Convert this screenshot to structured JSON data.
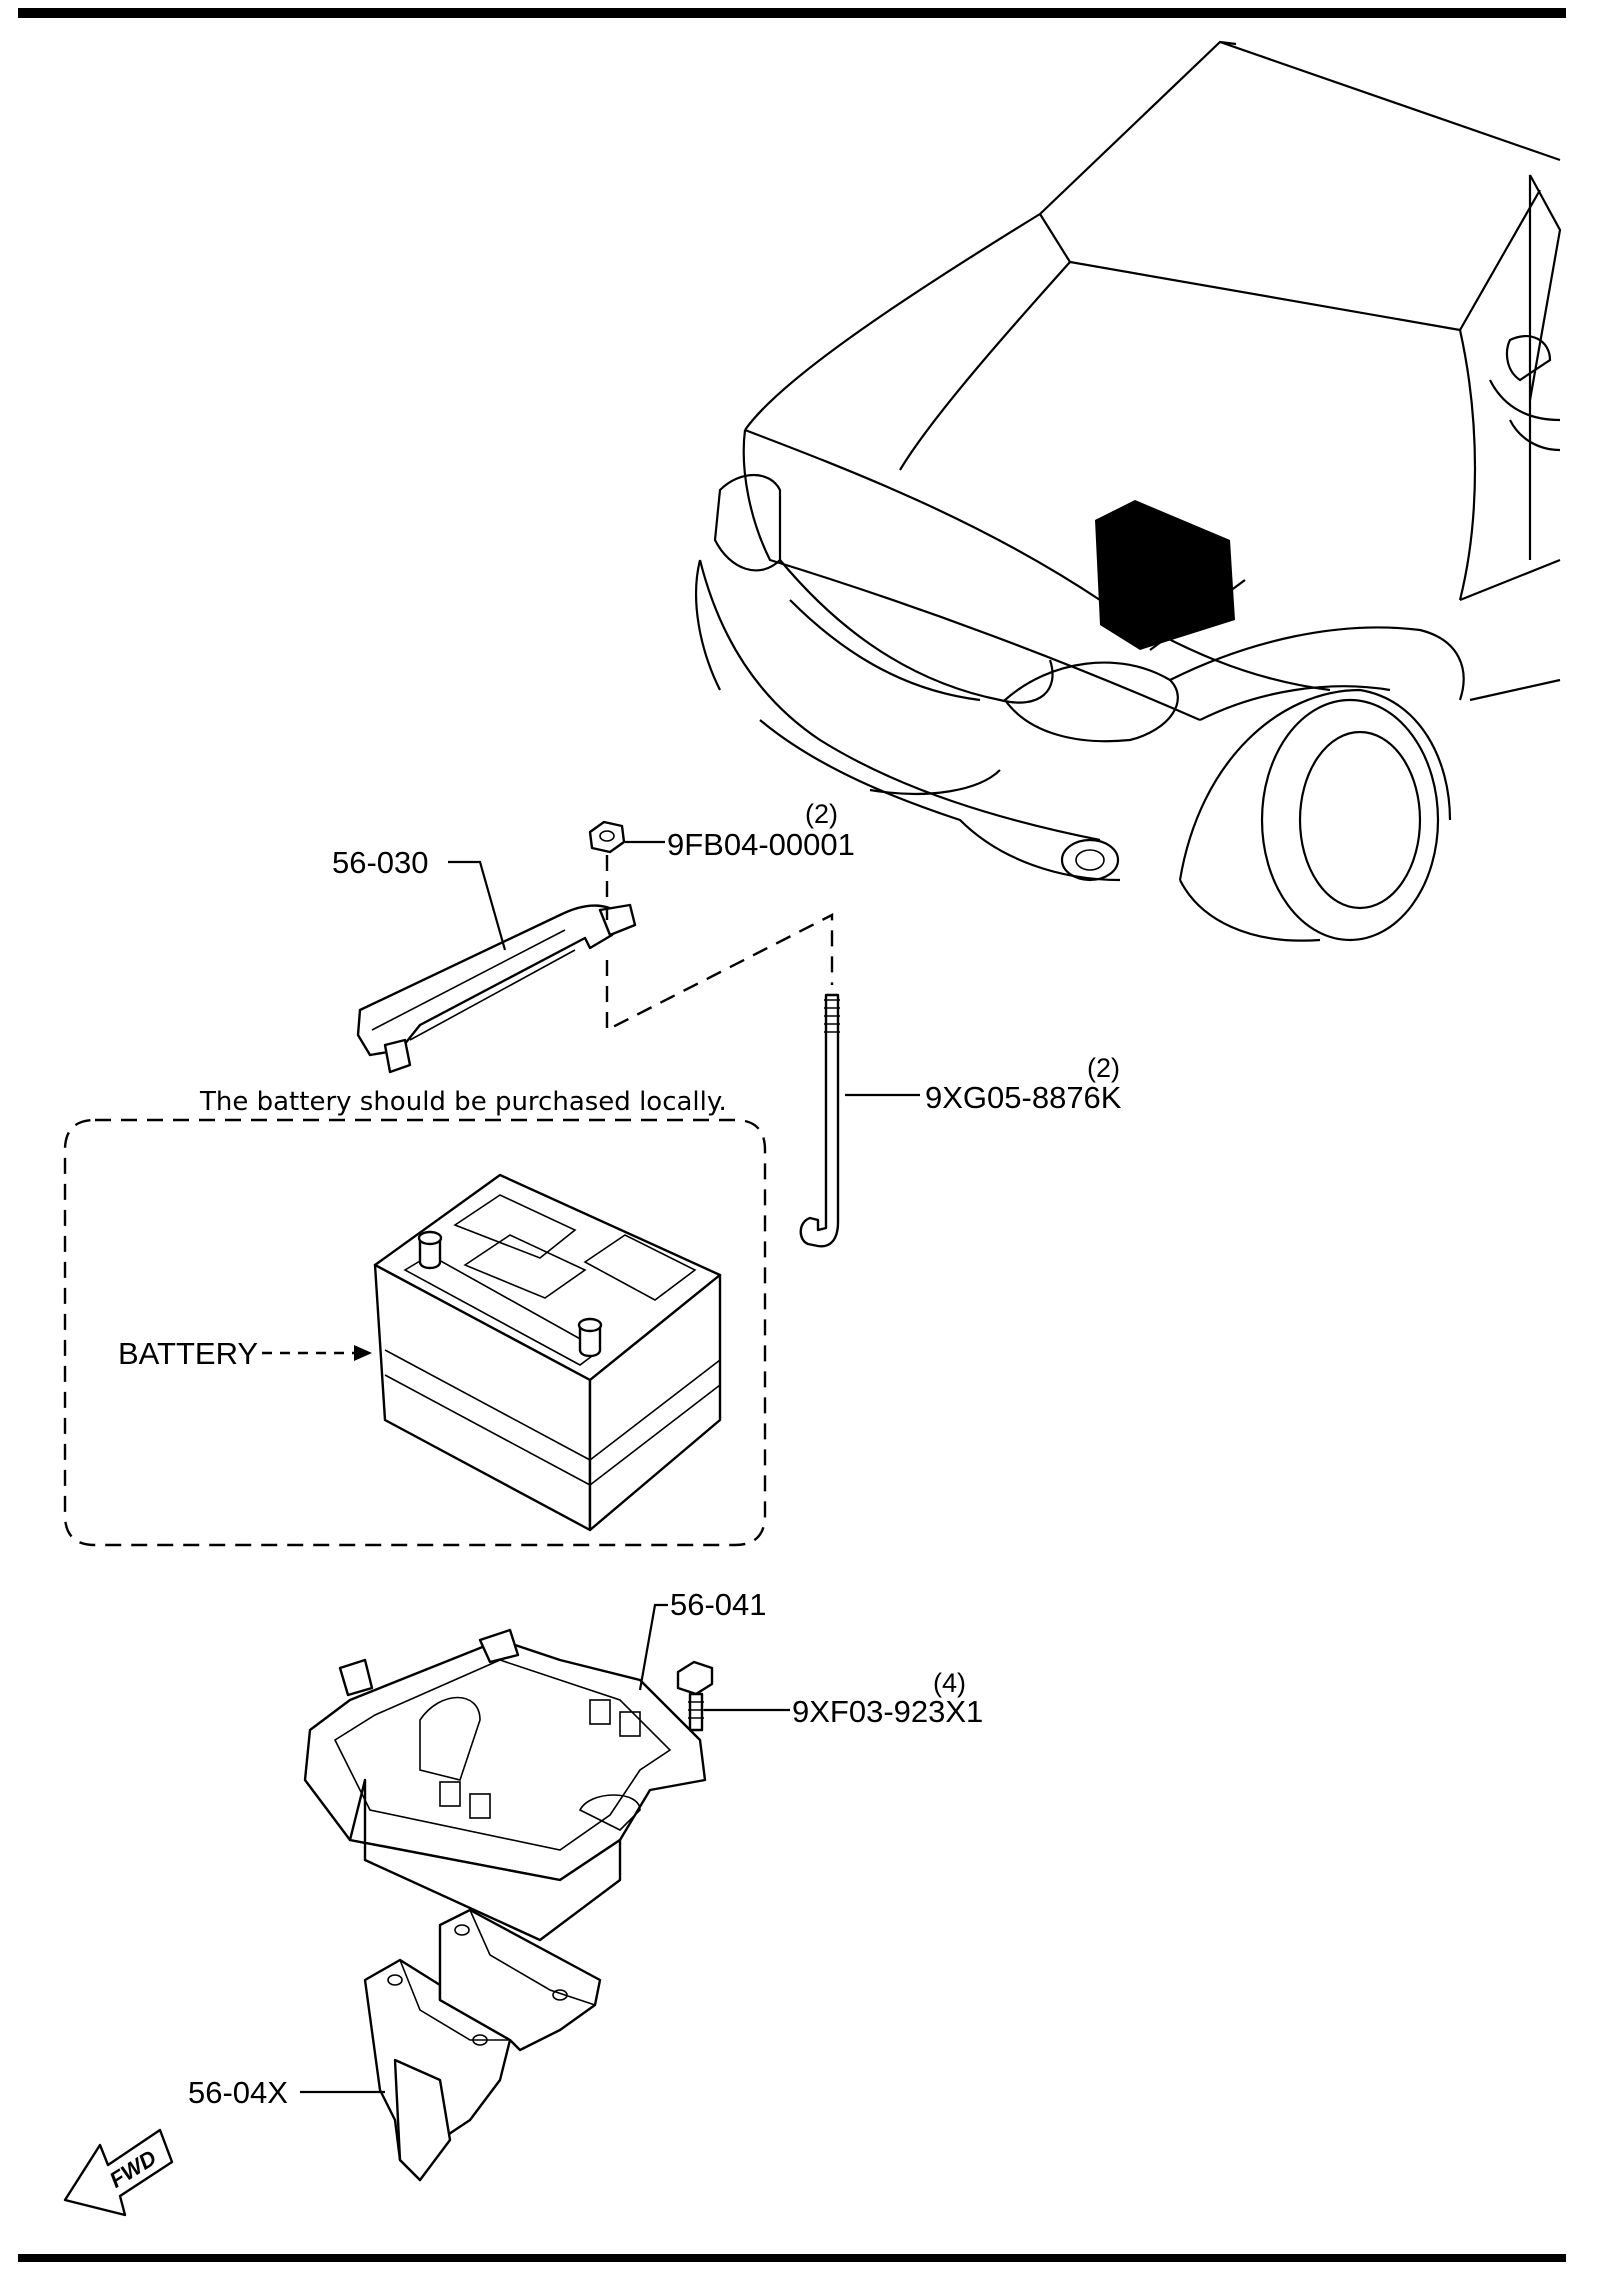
{
  "note": "The battery should be purchased locally.",
  "battery_label": "BATTERY",
  "fwd_label": "FWD",
  "parts": [
    {
      "number": "56-030"
    },
    {
      "number": "9FB04-00001",
      "quantity": "(2)"
    },
    {
      "number": "9XG05-8876K",
      "quantity": "(2)"
    },
    {
      "number": "56-041"
    },
    {
      "number": "9XF03-923X1",
      "quantity": "(4)"
    },
    {
      "number": "56-04X"
    }
  ],
  "icons": [
    "vehicle-front-illustration",
    "battery-location-marker",
    "hold-down-bracket",
    "nut",
    "j-bolt",
    "battery",
    "battery-tray",
    "tray-support-bracket",
    "bolt",
    "fwd-arrow"
  ]
}
